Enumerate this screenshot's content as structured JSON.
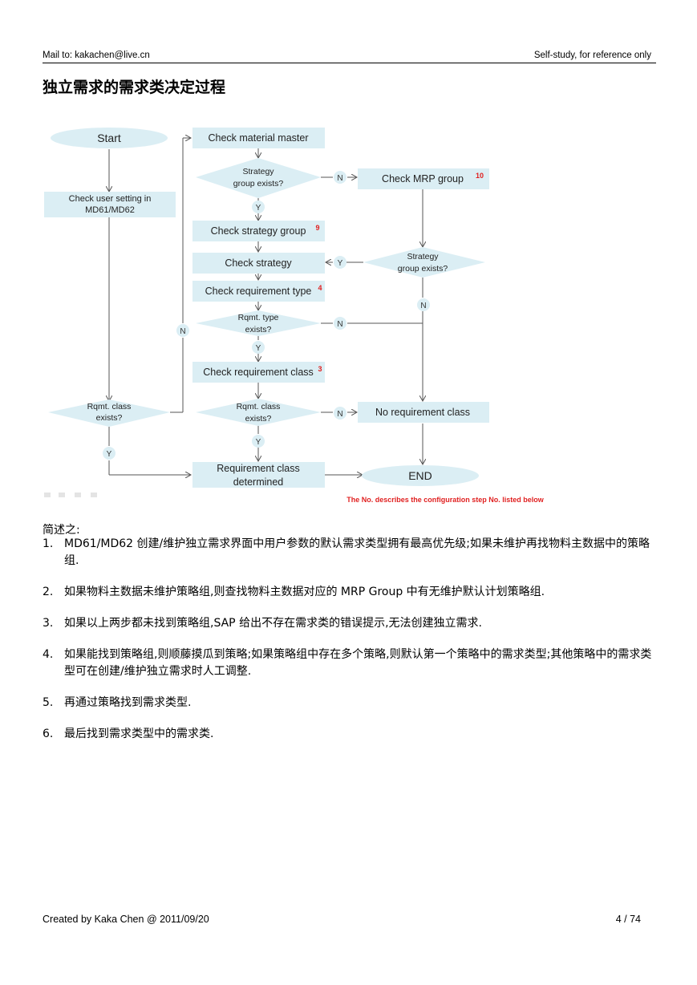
{
  "header": {
    "left": "Mail to: kakachen@live.cn",
    "right": "Self-study, for reference only"
  },
  "title": "独立需求的需求类决定过程",
  "flowchart": {
    "nodes": {
      "start": "Start",
      "check_user": [
        "Check user setting in",
        "MD61/MD62"
      ],
      "rqmt_class_left": [
        "Rqmt. class",
        "exists?"
      ],
      "check_material": "Check material master",
      "strategy_group_exists": [
        "Strategy",
        "group exists?"
      ],
      "check_mrp": "Check MRP group",
      "check_mrp_step": "10",
      "check_strategy_group": "Check strategy group",
      "check_strategy_group_step": "9",
      "strategy_group_exists_right": [
        "Strategy",
        "group exists?"
      ],
      "check_strategy": "Check strategy",
      "check_req_type": "Check requirement type",
      "check_req_type_step": "4",
      "rqmt_type_exists": [
        "Rqmt. type",
        "exists?"
      ],
      "check_req_class": "Check requirement class",
      "check_req_class_step": "3",
      "rqmt_class_mid": [
        "Rqmt. class",
        "exists?"
      ],
      "no_req_class": "No requirement class",
      "req_class_determined": [
        "Requirement class",
        "determined"
      ],
      "end": "END"
    },
    "yes": "Y",
    "no": "N",
    "note": "The No. describes the configuration step No. listed below"
  },
  "summary": {
    "intro": "简述之:",
    "items": [
      {
        "num": "1.",
        "text": "MD61/MD62 创建/维护独立需求界面中用户参数的默认需求类型拥有最高优先级;如果未维护再找物料主数据中的策略组."
      },
      {
        "num": "2.",
        "text": "如果物料主数据未维护策略组,则查找物料主数据对应的 MRP Group 中有无维护默认计划策略组."
      },
      {
        "num": "3.",
        "text": "如果以上两步都未找到策略组,SAP 给出不存在需求类的错误提示,无法创建独立需求."
      },
      {
        "num": "4.",
        "text": "如果能找到策略组,则顺藤摸瓜到策略;如果策略组中存在多个策略,则默认第一个策略中的需求类型;其他策略中的需求类型可在创建/维护独立需求时人工调整."
      },
      {
        "num": "5.",
        "text": "再通过策略找到需求类型."
      },
      {
        "num": "6.",
        "text": "最后找到需求类型中的需求类."
      }
    ]
  },
  "footer": {
    "left": "Created by Kaka Chen @ 2011/09/20",
    "right": "4 / 74"
  },
  "colors": {
    "shape_fill": "#dbeef4",
    "node_fill": "#dbeef4",
    "arrow": "#555555",
    "step_number": "#e02020"
  }
}
